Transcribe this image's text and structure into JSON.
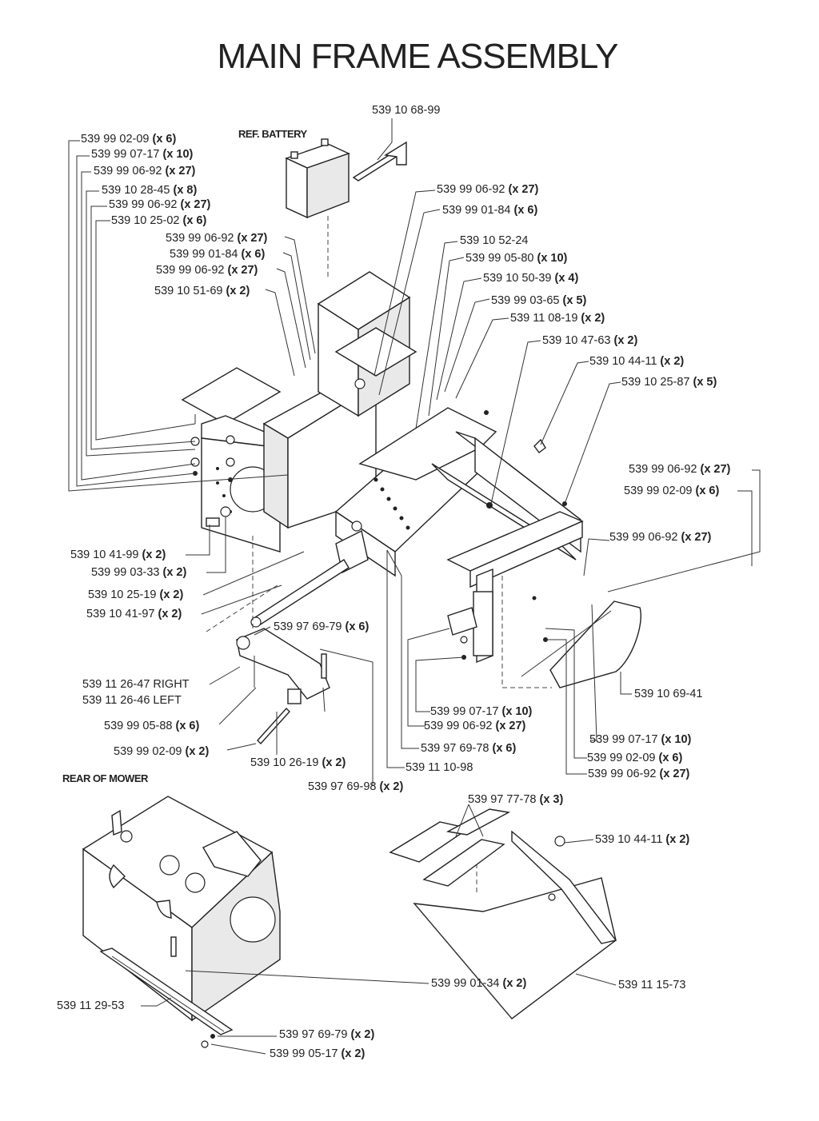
{
  "title": "MAIN FRAME ASSEMBLY",
  "notes": {
    "battery": "REF. BATTERY",
    "rear": "REAR OF MOWER"
  },
  "callouts": [
    {
      "id": "c01",
      "num": "539 10 68-99",
      "qty": ""
    },
    {
      "id": "c02",
      "num": "539 99 02-09",
      "qty": "(x 6)"
    },
    {
      "id": "c03",
      "num": "539 99 07-17",
      "qty": "(x 10)"
    },
    {
      "id": "c04",
      "num": "539 99 06-92",
      "qty": "(x 27)"
    },
    {
      "id": "c05",
      "num": "539 10 28-45",
      "qty": "(x 8)"
    },
    {
      "id": "c06",
      "num": "539 99 06-92",
      "qty": "(x 27)"
    },
    {
      "id": "c07",
      "num": "539 10 25-02",
      "qty": "(x 6)"
    },
    {
      "id": "c08",
      "num": "539 99 06-92",
      "qty": "(x 27)"
    },
    {
      "id": "c09",
      "num": "539 99 01-84",
      "qty": "(x 6)"
    },
    {
      "id": "c10",
      "num": "539 99 06-92",
      "qty": "(x 27)"
    },
    {
      "id": "c11",
      "num": "539 10 51-69",
      "qty": "(x 2)"
    },
    {
      "id": "c12",
      "num": "539 99 06-92",
      "qty": "(x 27)"
    },
    {
      "id": "c13",
      "num": "539 99 01-84",
      "qty": "(x 6)"
    },
    {
      "id": "c14",
      "num": "539 10 52-24",
      "qty": ""
    },
    {
      "id": "c15",
      "num": "539 99 05-80",
      "qty": "(x 10)"
    },
    {
      "id": "c16",
      "num": "539 10 50-39",
      "qty": " (x 4)"
    },
    {
      "id": "c17",
      "num": "539 99 03-65",
      "qty": "(x 5)"
    },
    {
      "id": "c18",
      "num": "539 11 08-19",
      "qty": "(x 2)"
    },
    {
      "id": "c19",
      "num": "539 10 47-63",
      "qty": "(x 2)"
    },
    {
      "id": "c20",
      "num": "539 10 44-11",
      "qty": "(x 2)"
    },
    {
      "id": "c21",
      "num": "539 10 25-87",
      "qty": "(x 5)"
    },
    {
      "id": "c22",
      "num": "539 99 06-92",
      "qty": "(x 27)"
    },
    {
      "id": "c23",
      "num": "539 99 02-09",
      "qty": "(x 6)"
    },
    {
      "id": "c24",
      "num": "539 99 06-92",
      "qty": "(x 27)"
    },
    {
      "id": "c25",
      "num": "539 10 41-99",
      "qty": "(x 2)"
    },
    {
      "id": "c26",
      "num": "539 99 03-33",
      "qty": "(x 2)"
    },
    {
      "id": "c27",
      "num": "539 10 25-19",
      "qty": "(x 2)"
    },
    {
      "id": "c28",
      "num": "539 10 41-97",
      "qty": "(x 2)"
    },
    {
      "id": "c29",
      "num": "539 97 69-79",
      "qty": "(x 6)"
    },
    {
      "id": "c30",
      "num": "539 11 26-47 RIGHT",
      "qty": ""
    },
    {
      "id": "c31",
      "num": "539 11 26-46 LEFT",
      "qty": ""
    },
    {
      "id": "c32",
      "num": "539 99 05-88",
      "qty": "(x 6)"
    },
    {
      "id": "c33",
      "num": "539 99 02-09",
      "qty": "(x 2)"
    },
    {
      "id": "c34",
      "num": "539 10 26-19",
      "qty": "(x 2)"
    },
    {
      "id": "c35",
      "num": "539 97 69-98",
      "qty": "(x 2)"
    },
    {
      "id": "c36",
      "num": "539 99 07-17",
      "qty": "(x 10)"
    },
    {
      "id": "c37",
      "num": "539 99 06-92",
      "qty": "(x 27)"
    },
    {
      "id": "c38",
      "num": "539 97 69-78",
      "qty": "(x 6)"
    },
    {
      "id": "c39",
      "num": "539 11 10-98",
      "qty": ""
    },
    {
      "id": "c40",
      "num": "539 10 69-41",
      "qty": ""
    },
    {
      "id": "c41",
      "num": "539 99 07-17",
      "qty": "(x 10)"
    },
    {
      "id": "c42",
      "num": "539 99 02-09",
      "qty": "(x 6)"
    },
    {
      "id": "c43",
      "num": "539 99 06-92",
      "qty": "(x 27)"
    },
    {
      "id": "c44",
      "num": "539 97 77-78",
      "qty": "(x 3)"
    },
    {
      "id": "c45",
      "num": "539 10 44-11",
      "qty": "(x 2)"
    },
    {
      "id": "c46",
      "num": "539 99 01-34",
      "qty": "(x 2)"
    },
    {
      "id": "c47",
      "num": "539 11 29-53",
      "qty": ""
    },
    {
      "id": "c48",
      "num": "539 11 15-73",
      "qty": ""
    },
    {
      "id": "c49",
      "num": "539 97 69-79",
      "qty": "(x 2)"
    },
    {
      "id": "c50",
      "num": "539 99 05-17",
      "qty": "(x 2)"
    }
  ]
}
